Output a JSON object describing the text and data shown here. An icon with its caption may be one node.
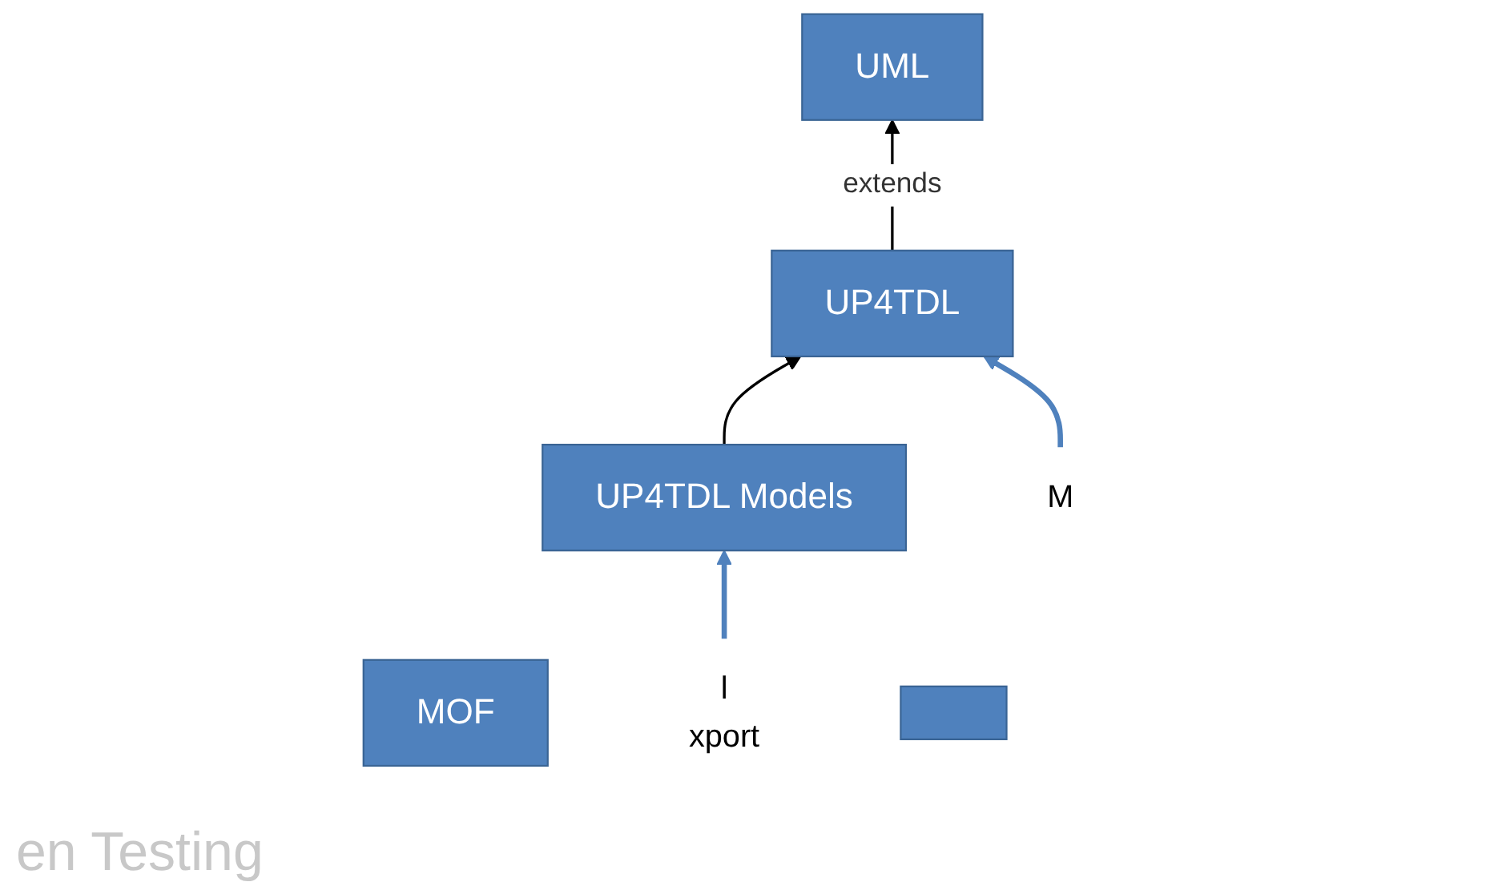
{
  "diagram": {
    "nodes": [
      {
        "text": [
          "MOF"
        ]
      },
      {
        "text": [
          "UML"
        ]
      },
      {
        "text": [
          "UP4TDL"
        ]
      },
      {
        "text": [
          "UP4TDL Models"
        ]
      },
      {
        "text": [
          "M"
        ]
      },
      {
        "text": [
          "l",
          "xport"
        ]
      },
      {
        "text": [],
        "shape": "box"
      }
    ],
    "edges": [
      {
        "from": 2,
        "to": 1,
        "arrow": "to",
        "label": "extends"
      },
      {
        "from": 3,
        "to": 2,
        "arrow": "to"
      },
      {
        "from": 4,
        "to": 2,
        "arrow": "to",
        "style": "thick",
        "color": "#4f81bd"
      },
      {
        "from": 5,
        "to": 3,
        "arrow": "to",
        "style": "thick",
        "color": "#4f81bd"
      }
    ],
    "labels": [
      "en Testing"
    ]
  }
}
